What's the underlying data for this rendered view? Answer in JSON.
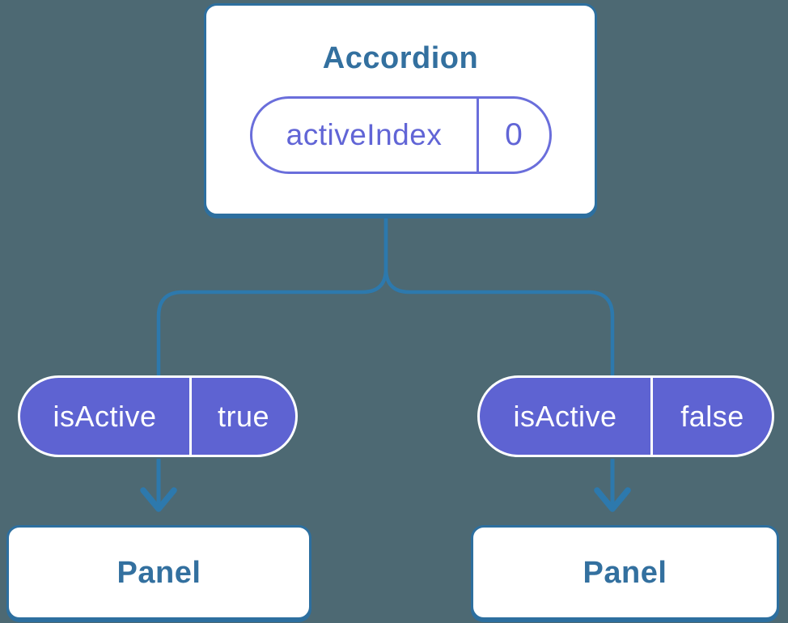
{
  "diagram": {
    "root": {
      "title": "Accordion",
      "state": {
        "name": "activeIndex",
        "value": "0"
      }
    },
    "children": [
      {
        "prop": {
          "name": "isActive",
          "value": "true"
        },
        "title": "Panel"
      },
      {
        "prop": {
          "name": "isActive",
          "value": "false"
        },
        "title": "Panel"
      }
    ],
    "colors": {
      "background": "#4d6973",
      "connector_blue": "#2d79ad",
      "card_border_blue": "#2d6f9f",
      "heading_blue": "#33709f",
      "pill_purple_fill": "#5e63d2",
      "pill_purple_outline": "#6a6edb",
      "pill_text_white": "#ffffff"
    }
  }
}
